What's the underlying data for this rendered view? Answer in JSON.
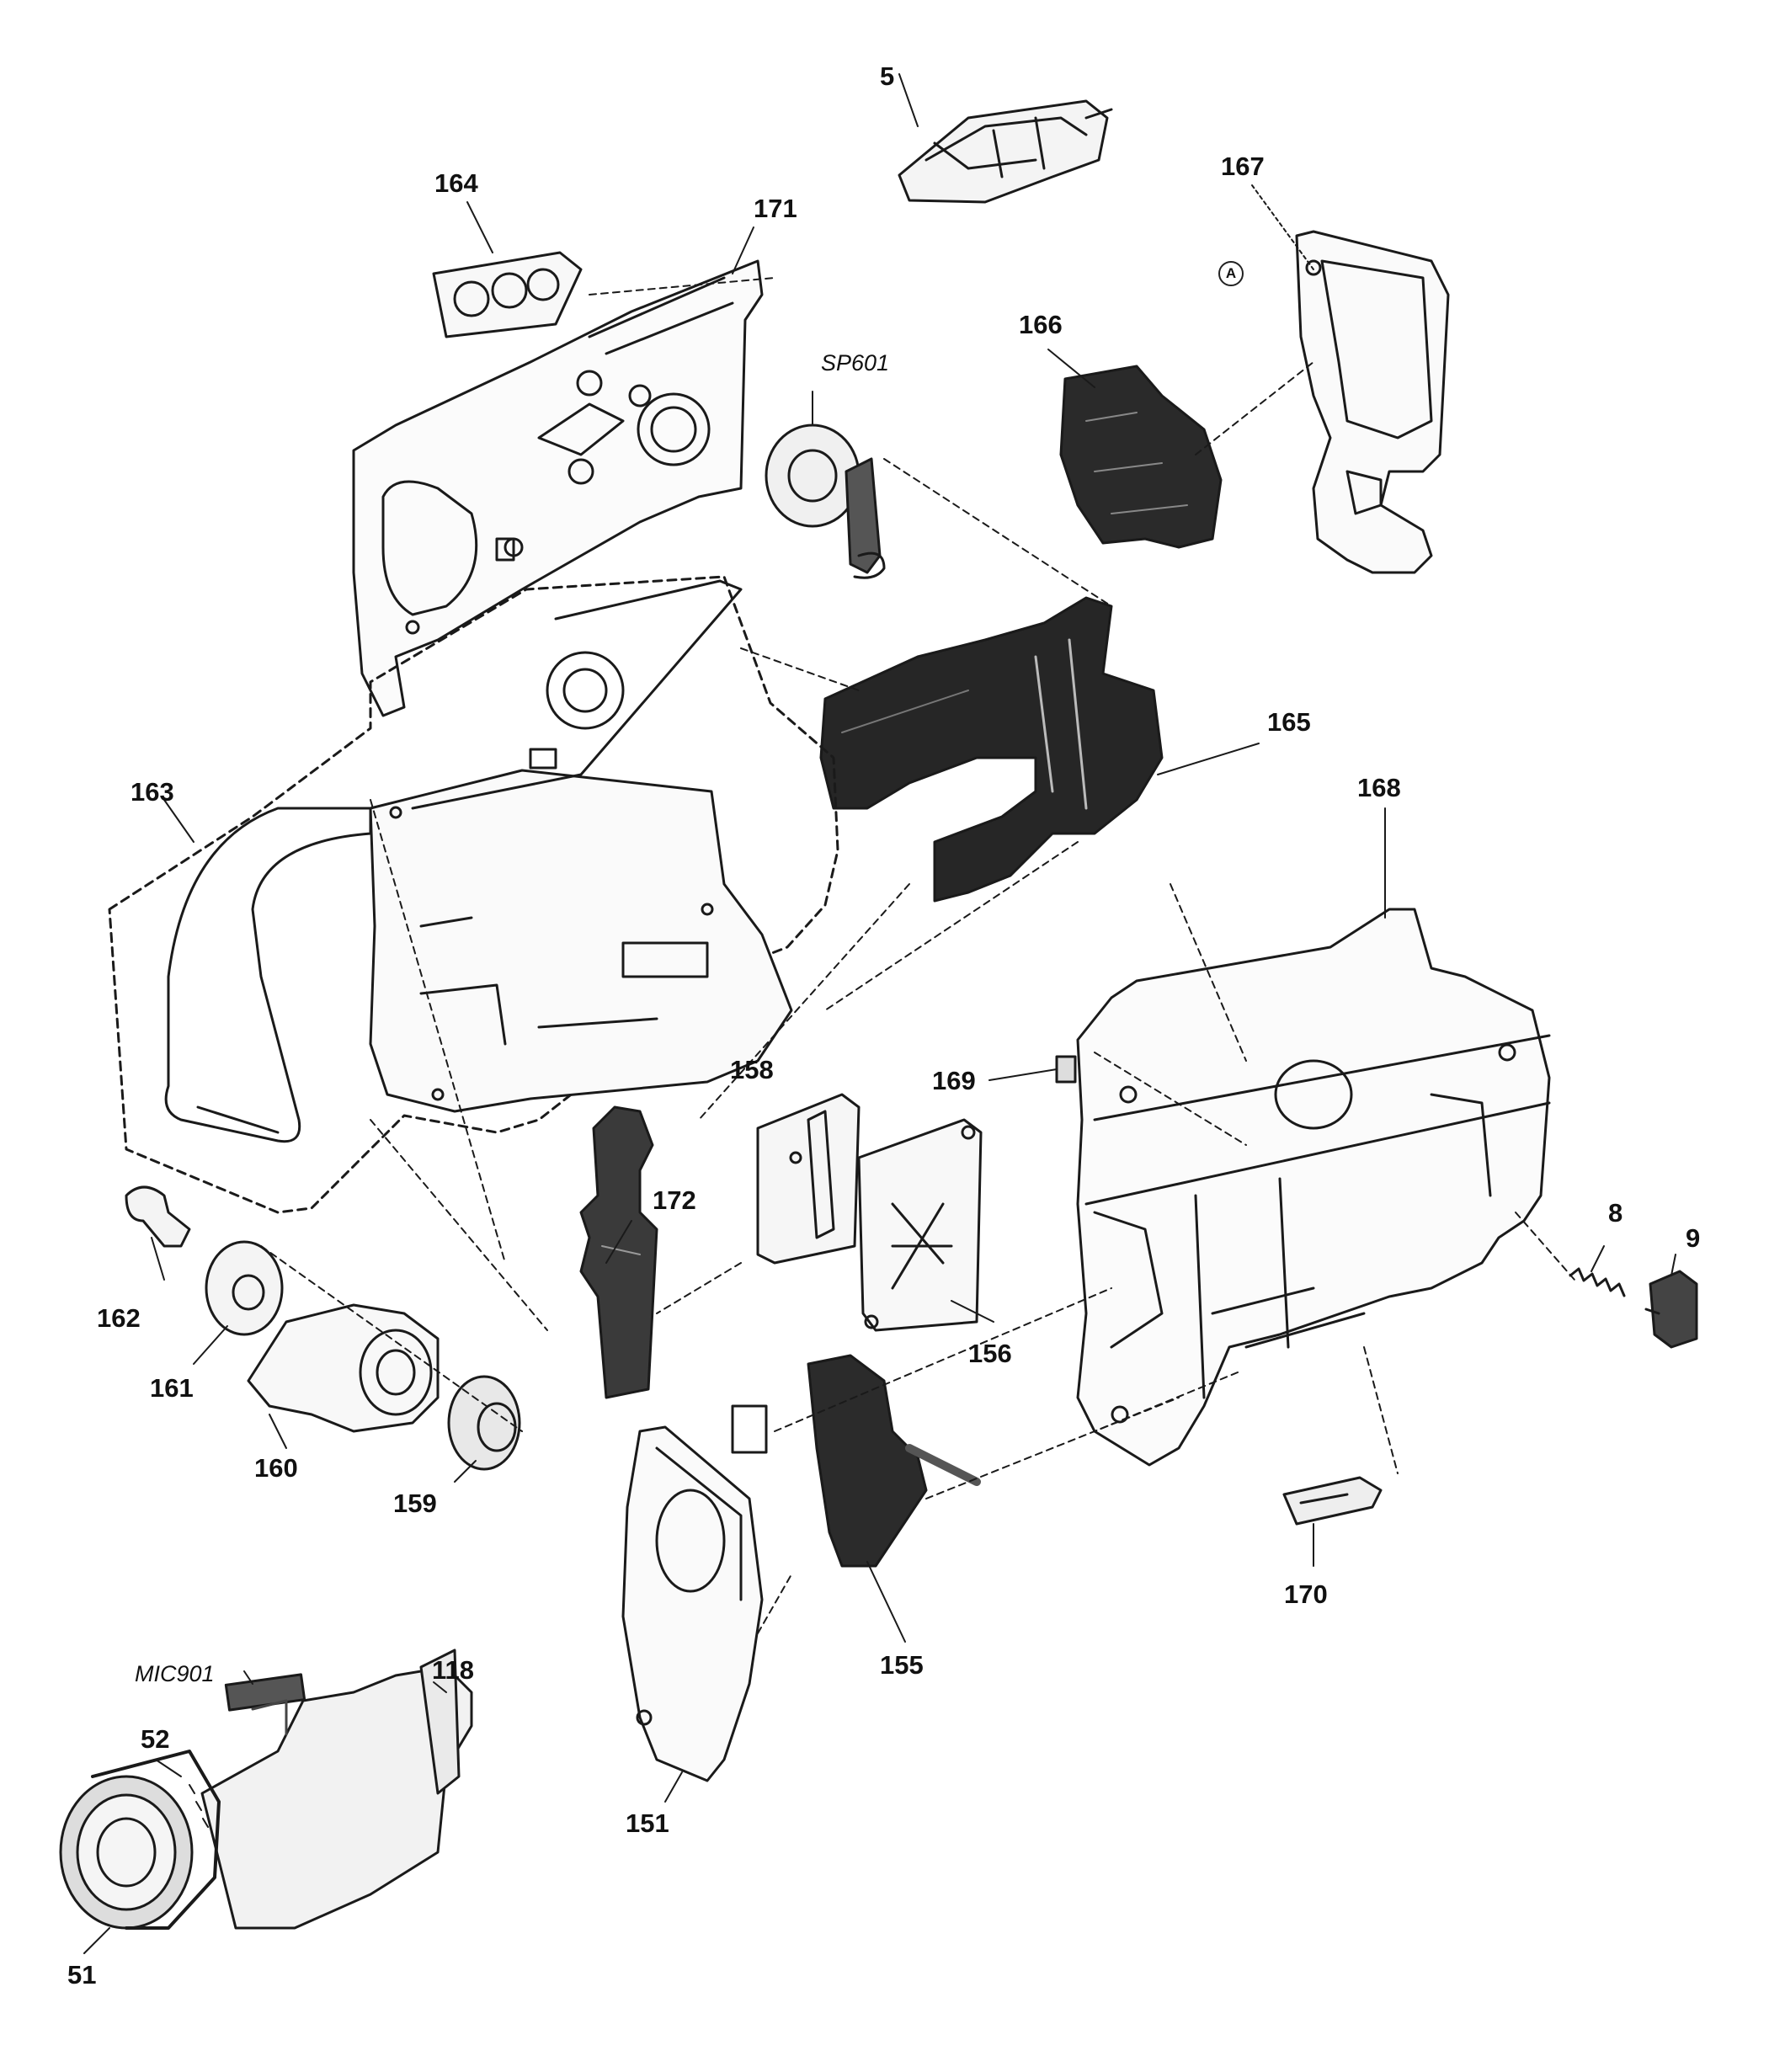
{
  "labels": {
    "p5": "5",
    "p8": "8",
    "p9": "9",
    "p51": "51",
    "p52": "52",
    "p118": "118",
    "p151": "151",
    "p155": "155",
    "p156": "156",
    "p158": "158",
    "p159": "159",
    "p160": "160",
    "p161": "161",
    "p162": "162",
    "p163": "163",
    "p164": "164",
    "p165": "165",
    "p166": "166",
    "p167": "167",
    "p168": "168",
    "p169": "169",
    "p170": "170",
    "p171": "171",
    "p172": "172",
    "sp601": "SP601",
    "mic901": "MIC901",
    "ref_a": "A"
  }
}
